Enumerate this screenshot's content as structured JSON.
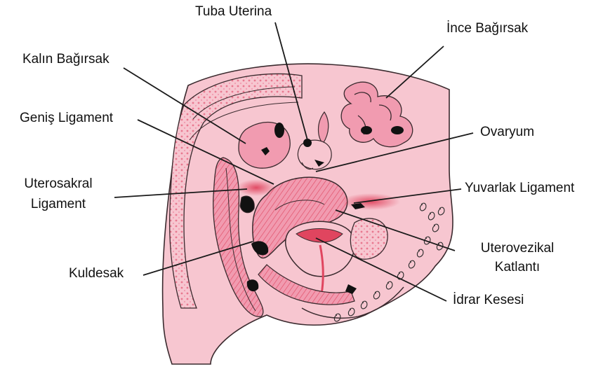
{
  "diagram": {
    "labels": {
      "tuba_uterina": "Tuba Uterina",
      "ince_bagirsak": "İnce Bağırsak",
      "kalin_bagirsak": "Kalın Bağırsak",
      "genis_ligament": "Geniş Ligament",
      "ovaryum": "Ovaryum",
      "uterosakral_line1": "Uterosakral",
      "uterosakral_line2": "Ligament",
      "yuvarlak_ligament": "Yuvarlak Ligament",
      "uterovezikal_line1": "Uterovezikal",
      "uterovezikal_line2": "Katlantı",
      "kuldesak": "Kuldesak",
      "idrar_kesesi": "İdrar Kesesi"
    },
    "colors": {
      "tissue_light": "#f7c6d0",
      "tissue_mid": "#f19bb0",
      "tissue_dark": "#e9788f",
      "organ_red": "#e0455f",
      "outline": "#3a2a2e",
      "cavity": "#111111",
      "leader_line": "#1a1a1a"
    }
  }
}
